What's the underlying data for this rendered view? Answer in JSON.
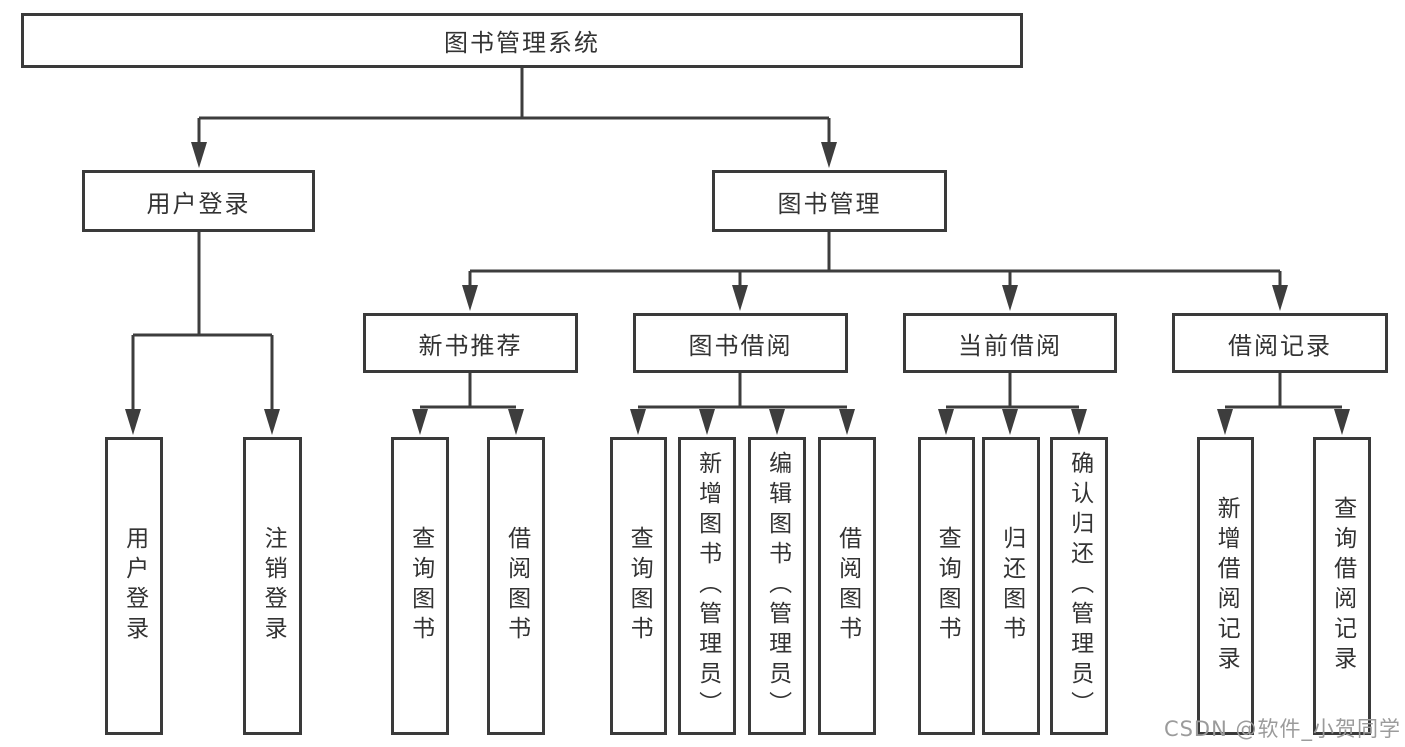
{
  "diagram": {
    "title": "图书管理系统",
    "tree": {
      "root": {
        "label": "图书管理系统"
      },
      "children": [
        {
          "label": "用户登录",
          "children": [
            {
              "label": "用户登录"
            },
            {
              "label": "注销登录"
            }
          ]
        },
        {
          "label": "图书管理",
          "children": [
            {
              "label": "新书推荐",
              "children": [
                {
                  "label": "查询图书"
                },
                {
                  "label": "借阅图书"
                }
              ]
            },
            {
              "label": "图书借阅",
              "children": [
                {
                  "label": "查询图书"
                },
                {
                  "label": "新增图书（管理员）"
                },
                {
                  "label": "编辑图书（管理员）"
                },
                {
                  "label": "借阅图书"
                }
              ]
            },
            {
              "label": "当前借阅",
              "children": [
                {
                  "label": "查询图书"
                },
                {
                  "label": "归还图书"
                },
                {
                  "label": "确认归还（管理员）"
                }
              ]
            },
            {
              "label": "借阅记录",
              "children": [
                {
                  "label": "新增借阅记录"
                },
                {
                  "label": "查询借阅记录"
                }
              ]
            }
          ]
        }
      ]
    },
    "colors": {
      "line": "#3d3d3d",
      "border": "#3a3a3a",
      "text": "#333333",
      "background": "#ffffff"
    }
  },
  "watermark": {
    "text": "CSDN @软件_小贺同学",
    "color": "#9b9b9b"
  }
}
